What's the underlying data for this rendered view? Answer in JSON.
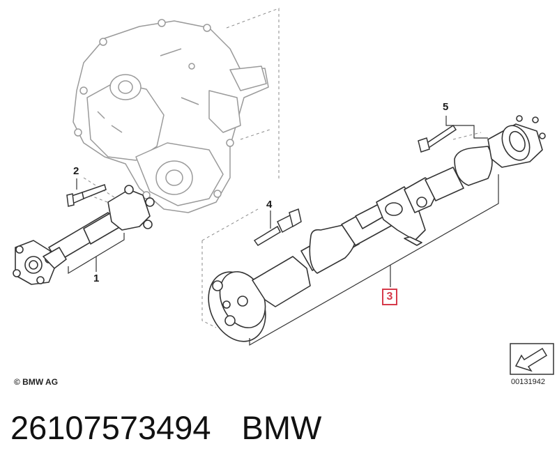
{
  "callouts": {
    "c1": "1",
    "c2": "2",
    "c3": "3",
    "c4": "4",
    "c5": "5"
  },
  "highlighted_callout": "3",
  "copyright": "© BMW AG",
  "drawing_number": "00131942",
  "caption": {
    "part_number": "26107573494",
    "brand": "BMW"
  },
  "colors": {
    "highlight": "#d63a4a",
    "line": "#333333",
    "faint": "#9a9a9a"
  }
}
